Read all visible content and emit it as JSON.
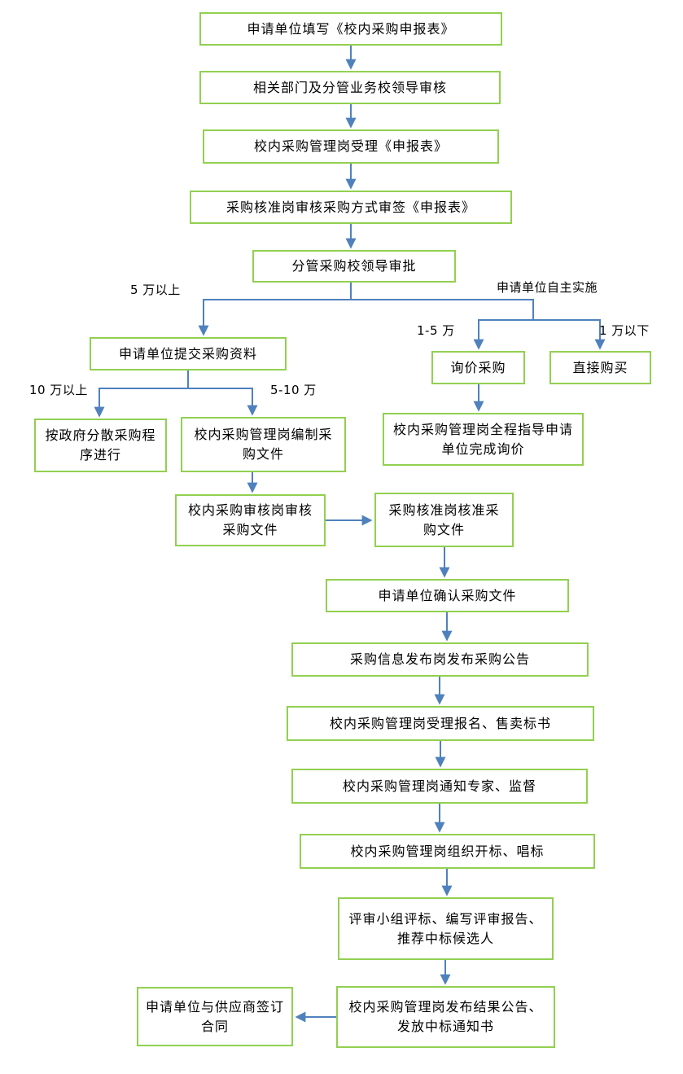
{
  "diagram": {
    "type": "flowchart",
    "colors": {
      "box_border": "#92D050",
      "arrow": "#4F81BD",
      "text": "#000000",
      "background": "#FFFFFF"
    },
    "nodes": [
      {
        "id": "fill-form",
        "label": "申请单位填写《校内采购申报表》"
      },
      {
        "id": "dept-leader-review",
        "label": "相关部门及分管业务校领导审核"
      },
      {
        "id": "mgmt-accept-form",
        "label": "校内采购管理岗受理《申报表》"
      },
      {
        "id": "approval-post-review-method",
        "label": "采购核准岗审核采购方式审签《申报表》"
      },
      {
        "id": "leader-approve",
        "label": "分管采购校领导审批"
      },
      {
        "id": "submit-materials",
        "label": "申请单位提交采购资料"
      },
      {
        "id": "inquiry-procurement",
        "label": "询价采购"
      },
      {
        "id": "direct-purchase",
        "label": "直接购买"
      },
      {
        "id": "guide-inquiry",
        "label": "校内采购管理岗全程指导申请单位完成询价"
      },
      {
        "id": "gov-decentralized-procedure",
        "label": "按政府分散采购程序进行"
      },
      {
        "id": "prepare-docs",
        "label": "校内采购管理岗编制采购文件"
      },
      {
        "id": "review-docs",
        "label": "校内采购审核岗审核采购文件"
      },
      {
        "id": "approve-docs",
        "label": "采购核准岗核准采购文件"
      },
      {
        "id": "confirm-docs",
        "label": "申请单位确认采购文件"
      },
      {
        "id": "publish-announcement",
        "label": "采购信息发布岗发布采购公告"
      },
      {
        "id": "registration-sell-bid-docs",
        "label": "校内采购管理岗受理报名、售卖标书"
      },
      {
        "id": "notify-experts-supervisors",
        "label": "校内采购管理岗通知专家、监督"
      },
      {
        "id": "bid-opening",
        "label": "校内采购管理岗组织开标、唱标"
      },
      {
        "id": "evaluation-report",
        "label": "评审小组评标、编写评审报告、推荐中标候选人"
      },
      {
        "id": "publish-results-notify-winner",
        "label": "校内采购管理岗发布结果公告、发放中标通知书"
      },
      {
        "id": "sign-contract",
        "label": "申请单位与供应商签订合同"
      }
    ],
    "edge_labels": [
      {
        "id": "over-50k",
        "text": "5 万以上"
      },
      {
        "id": "self-implement",
        "text": "申请单位自主实施"
      },
      {
        "id": "10k-to-50k",
        "text": "1-5 万"
      },
      {
        "id": "under-10k",
        "text": "1 万以下"
      },
      {
        "id": "over-100k",
        "text": "10 万以上"
      },
      {
        "id": "50k-to-100k",
        "text": "5-10 万"
      }
    ]
  }
}
